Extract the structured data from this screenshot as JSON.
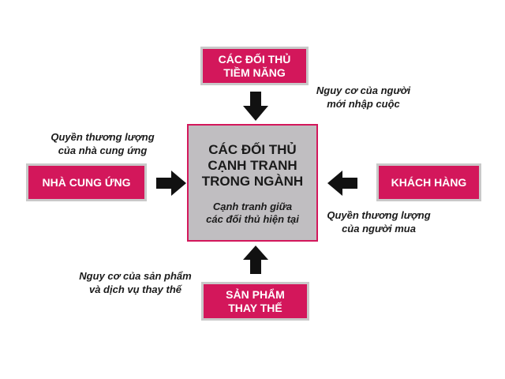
{
  "center": {
    "title_lines": [
      "CÁC ĐỐI THỦ",
      "CẠNH TRANH",
      "TRONG NGÀNH"
    ],
    "subtitle_lines": [
      "Cạnh tranh giữa",
      "các đối thủ hiện tại"
    ]
  },
  "top": {
    "label_lines": [
      "CÁC ĐỐI THỦ",
      "TIỀM NĂNG"
    ],
    "note_lines": [
      "Nguy cơ của người",
      "mới nhập cuộc"
    ]
  },
  "left": {
    "label": "NHÀ CUNG ỨNG",
    "note_lines": [
      "Quyền thương lượng",
      "của nhà cung ứng"
    ]
  },
  "right": {
    "label": "KHÁCH HÀNG",
    "note_lines": [
      "Quyền thương lượng",
      "của người mua"
    ]
  },
  "bottom": {
    "label_lines": [
      "SẢN PHẨM",
      "THAY THẾ"
    ],
    "note_lines": [
      "Nguy cơ của sản phẩm",
      "và dịch vụ thay thế"
    ]
  },
  "colors": {
    "box": "#d3175b",
    "center": "#c0bec1",
    "arrow": "#111111"
  }
}
